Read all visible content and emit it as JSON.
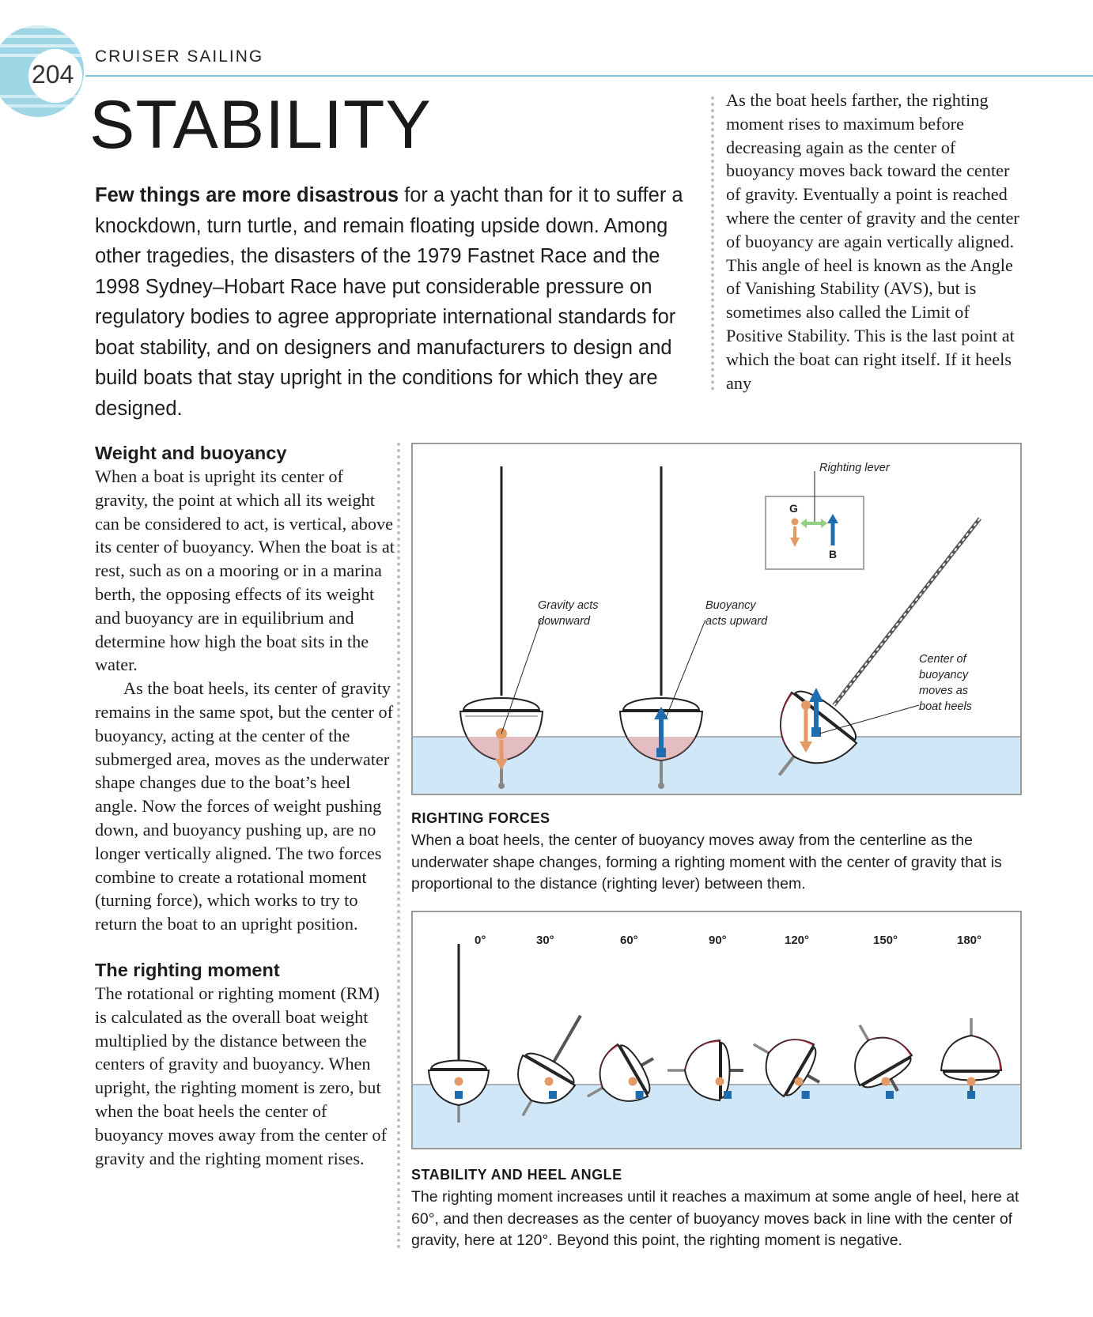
{
  "header": {
    "page_number": "204",
    "section": "CRUISER SAILING"
  },
  "title": "STABILITY",
  "intro": {
    "lead": "Few things are more disastrous",
    "rest": " for a yacht than for it to suffer a knockdown, turn turtle, and remain floating upside down. Among other tragedies, the disasters of the 1979 Fastnet Race and the 1998 Sydney–Hobart Race have put considerable pressure on regulatory bodies to agree appropriate international standards for boat stability, and on designers and manufacturers to design and build boats that stay upright in the conditions for which they are designed."
  },
  "right_column": "As the boat heels farther, the righting moment rises to maximum before decreasing again as the center of buoyancy moves back toward the center of gravity. Eventually a point is reached where the center of gravity and the center of buoyancy are again vertically aligned. This angle of heel is known as the Angle of Vanishing Stability (AVS), but is sometimes also called the Limit of Positive Stability. This is the last point at which the boat can right itself. If it heels any",
  "weight_section": {
    "heading": "Weight and buoyancy",
    "p1": "When a boat is upright its center of gravity, the point at which all its weight can be considered to act, is vertical, above its center of buoyancy. When the boat is at rest, such as on a mooring or in a marina berth, the opposing effects of its weight and buoyancy are in equilibrium and determine how high the boat sits in the water.",
    "p2": "As the boat heels, its center of gravity remains in the same spot, but the center of buoyancy, acting at the center of the submerged area, moves as the underwater shape changes due to the boat’s heel angle. Now the forces of weight pushing down, and buoyancy pushing up, are no longer vertically aligned. The two forces combine to create a rotational moment (turning force), which works to try to return the boat to an upright position."
  },
  "righting_section": {
    "heading": "The righting moment",
    "p1": "The rotational or righting moment (RM) is calculated as the overall boat weight multiplied by the distance between the centers of gravity and buoyancy. When upright, the righting moment is zero, but when the boat heels the center of buoyancy moves away from the center of gravity and the righting moment rises."
  },
  "figure1": {
    "labels": {
      "gravity_1": "Gravity acts",
      "gravity_2": "downward",
      "buoyancy_1": "Buoyancy",
      "buoyancy_2": "acts upward",
      "lever": "Righting lever",
      "g": "G",
      "b": "B",
      "cob_1": "Center of",
      "cob_2": "buoyancy",
      "cob_3": "moves as",
      "cob_4": "boat heels"
    },
    "caption_heading": "RIGHTING FORCES",
    "caption": "When a boat heels, the center of buoyancy moves away from the centerline as the underwater shape changes, forming a righting moment with the center of gravity that is proportional to the distance (righting lever) between them."
  },
  "figure2": {
    "angles": [
      "0°",
      "30°",
      "60°",
      "90°",
      "120°",
      "150°",
      "180°"
    ],
    "caption_heading": "STABILITY AND HEEL ANGLE",
    "caption": "The righting moment increases until it reaches a maximum at some angle of heel, here at 60°, and then decreases as the center of buoyancy moves back in line with the center of gravity, here at 120°. Beyond this point, the righting moment is negative."
  },
  "colors": {
    "accent": "#7ec6dc",
    "water": "#cfe7f7",
    "gravity": "#e39a66",
    "buoyancy": "#1f6db1",
    "hull_red": "#b8253a",
    "lever": "#8fcf7f"
  }
}
